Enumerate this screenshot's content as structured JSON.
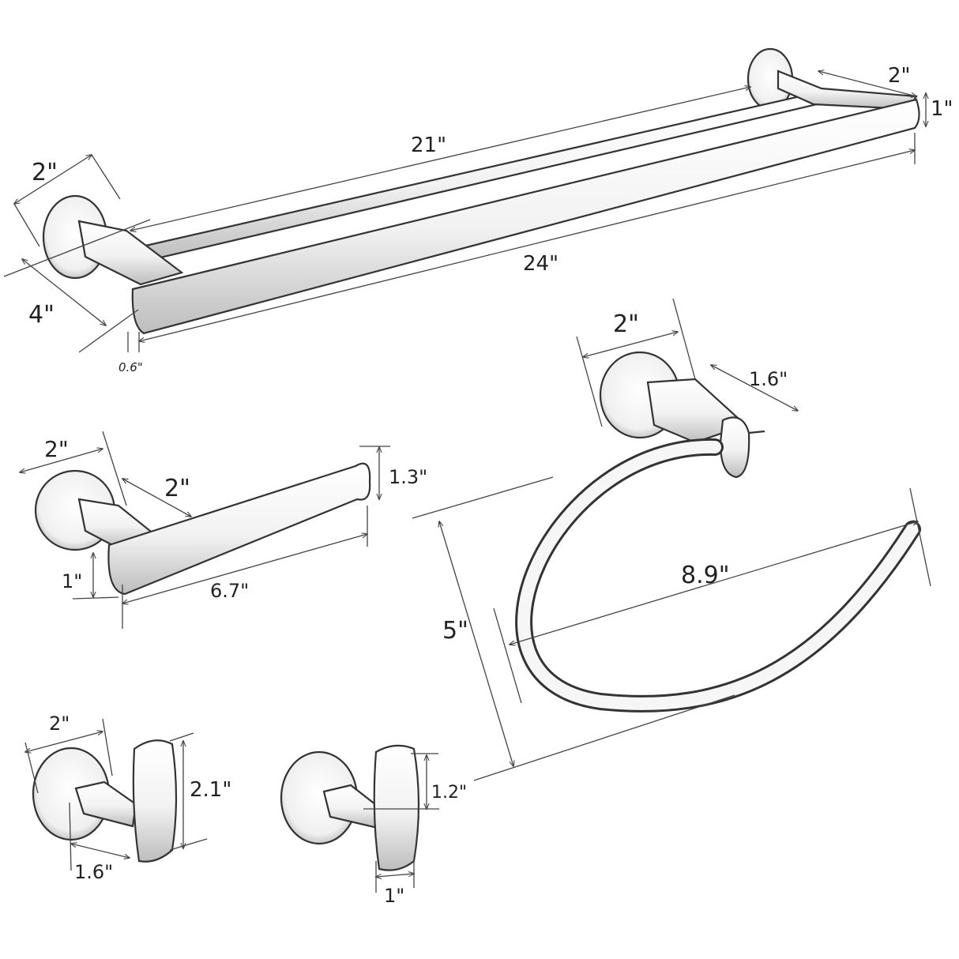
{
  "products": {
    "double_towel_bar": {
      "base_width": "2\"",
      "depth": "4\"",
      "inner_bar_length": "21\"",
      "overall_length": "24\"",
      "bar_spacing": "2\"",
      "bar_height": "1\"",
      "bar_thickness": "0.6\""
    },
    "toilet_paper_holder": {
      "base_width": "2\"",
      "projection": "2\"",
      "bar_length": "6.7\"",
      "lip_height": "1.3\"",
      "bar_height": "1\""
    },
    "towel_ring": {
      "base_width": "2\"",
      "projection": "1.6\"",
      "ring_width": "8.9\"",
      "ring_height": "5\""
    },
    "robe_hook_large": {
      "base_width": "2\"",
      "height": "2.1\"",
      "projection": "1.6\""
    },
    "robe_hook_small": {
      "height": "1.2\"",
      "width": "1\""
    }
  },
  "colors": {
    "metal_light": "#ffffff",
    "metal_shadow": "#bdbdbd",
    "outline": "#333333",
    "dimension_line": "#444444"
  }
}
